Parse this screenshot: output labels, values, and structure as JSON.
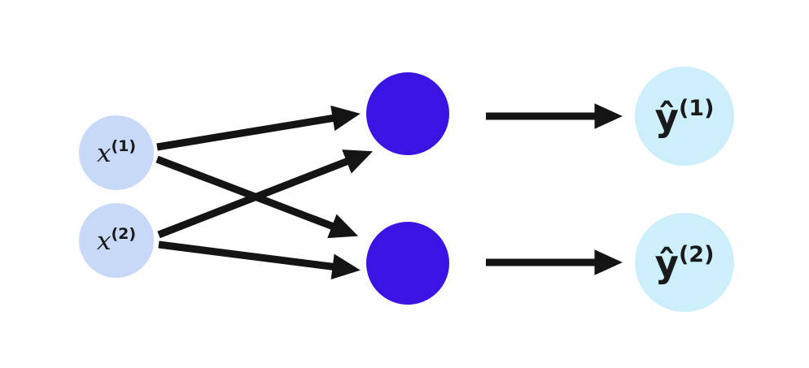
{
  "diagram": {
    "type": "neural-network",
    "background": "#ffffff",
    "colors": {
      "input_fill": "#c8d9f7",
      "hidden_fill": "#3b13e3",
      "output_fill": "#cdeffc",
      "edge": "#141414",
      "label": "#1a1a1a"
    },
    "input_nodes": [
      {
        "base": "x",
        "sup": "(1)"
      },
      {
        "base": "x",
        "sup": "(2)"
      }
    ],
    "hidden_nodes": [
      {
        "label": ""
      },
      {
        "label": ""
      }
    ],
    "output_nodes": [
      {
        "base": "ŷ",
        "sup": "(1)"
      },
      {
        "base": "ŷ",
        "sup": "(2)"
      }
    ],
    "edges": [
      {
        "from": "x(1)",
        "to": "hidden-1"
      },
      {
        "from": "x(1)",
        "to": "hidden-2"
      },
      {
        "from": "x(2)",
        "to": "hidden-1"
      },
      {
        "from": "x(2)",
        "to": "hidden-2"
      },
      {
        "from": "hidden-1",
        "to": "y(1)"
      },
      {
        "from": "hidden-2",
        "to": "y(2)"
      }
    ]
  }
}
